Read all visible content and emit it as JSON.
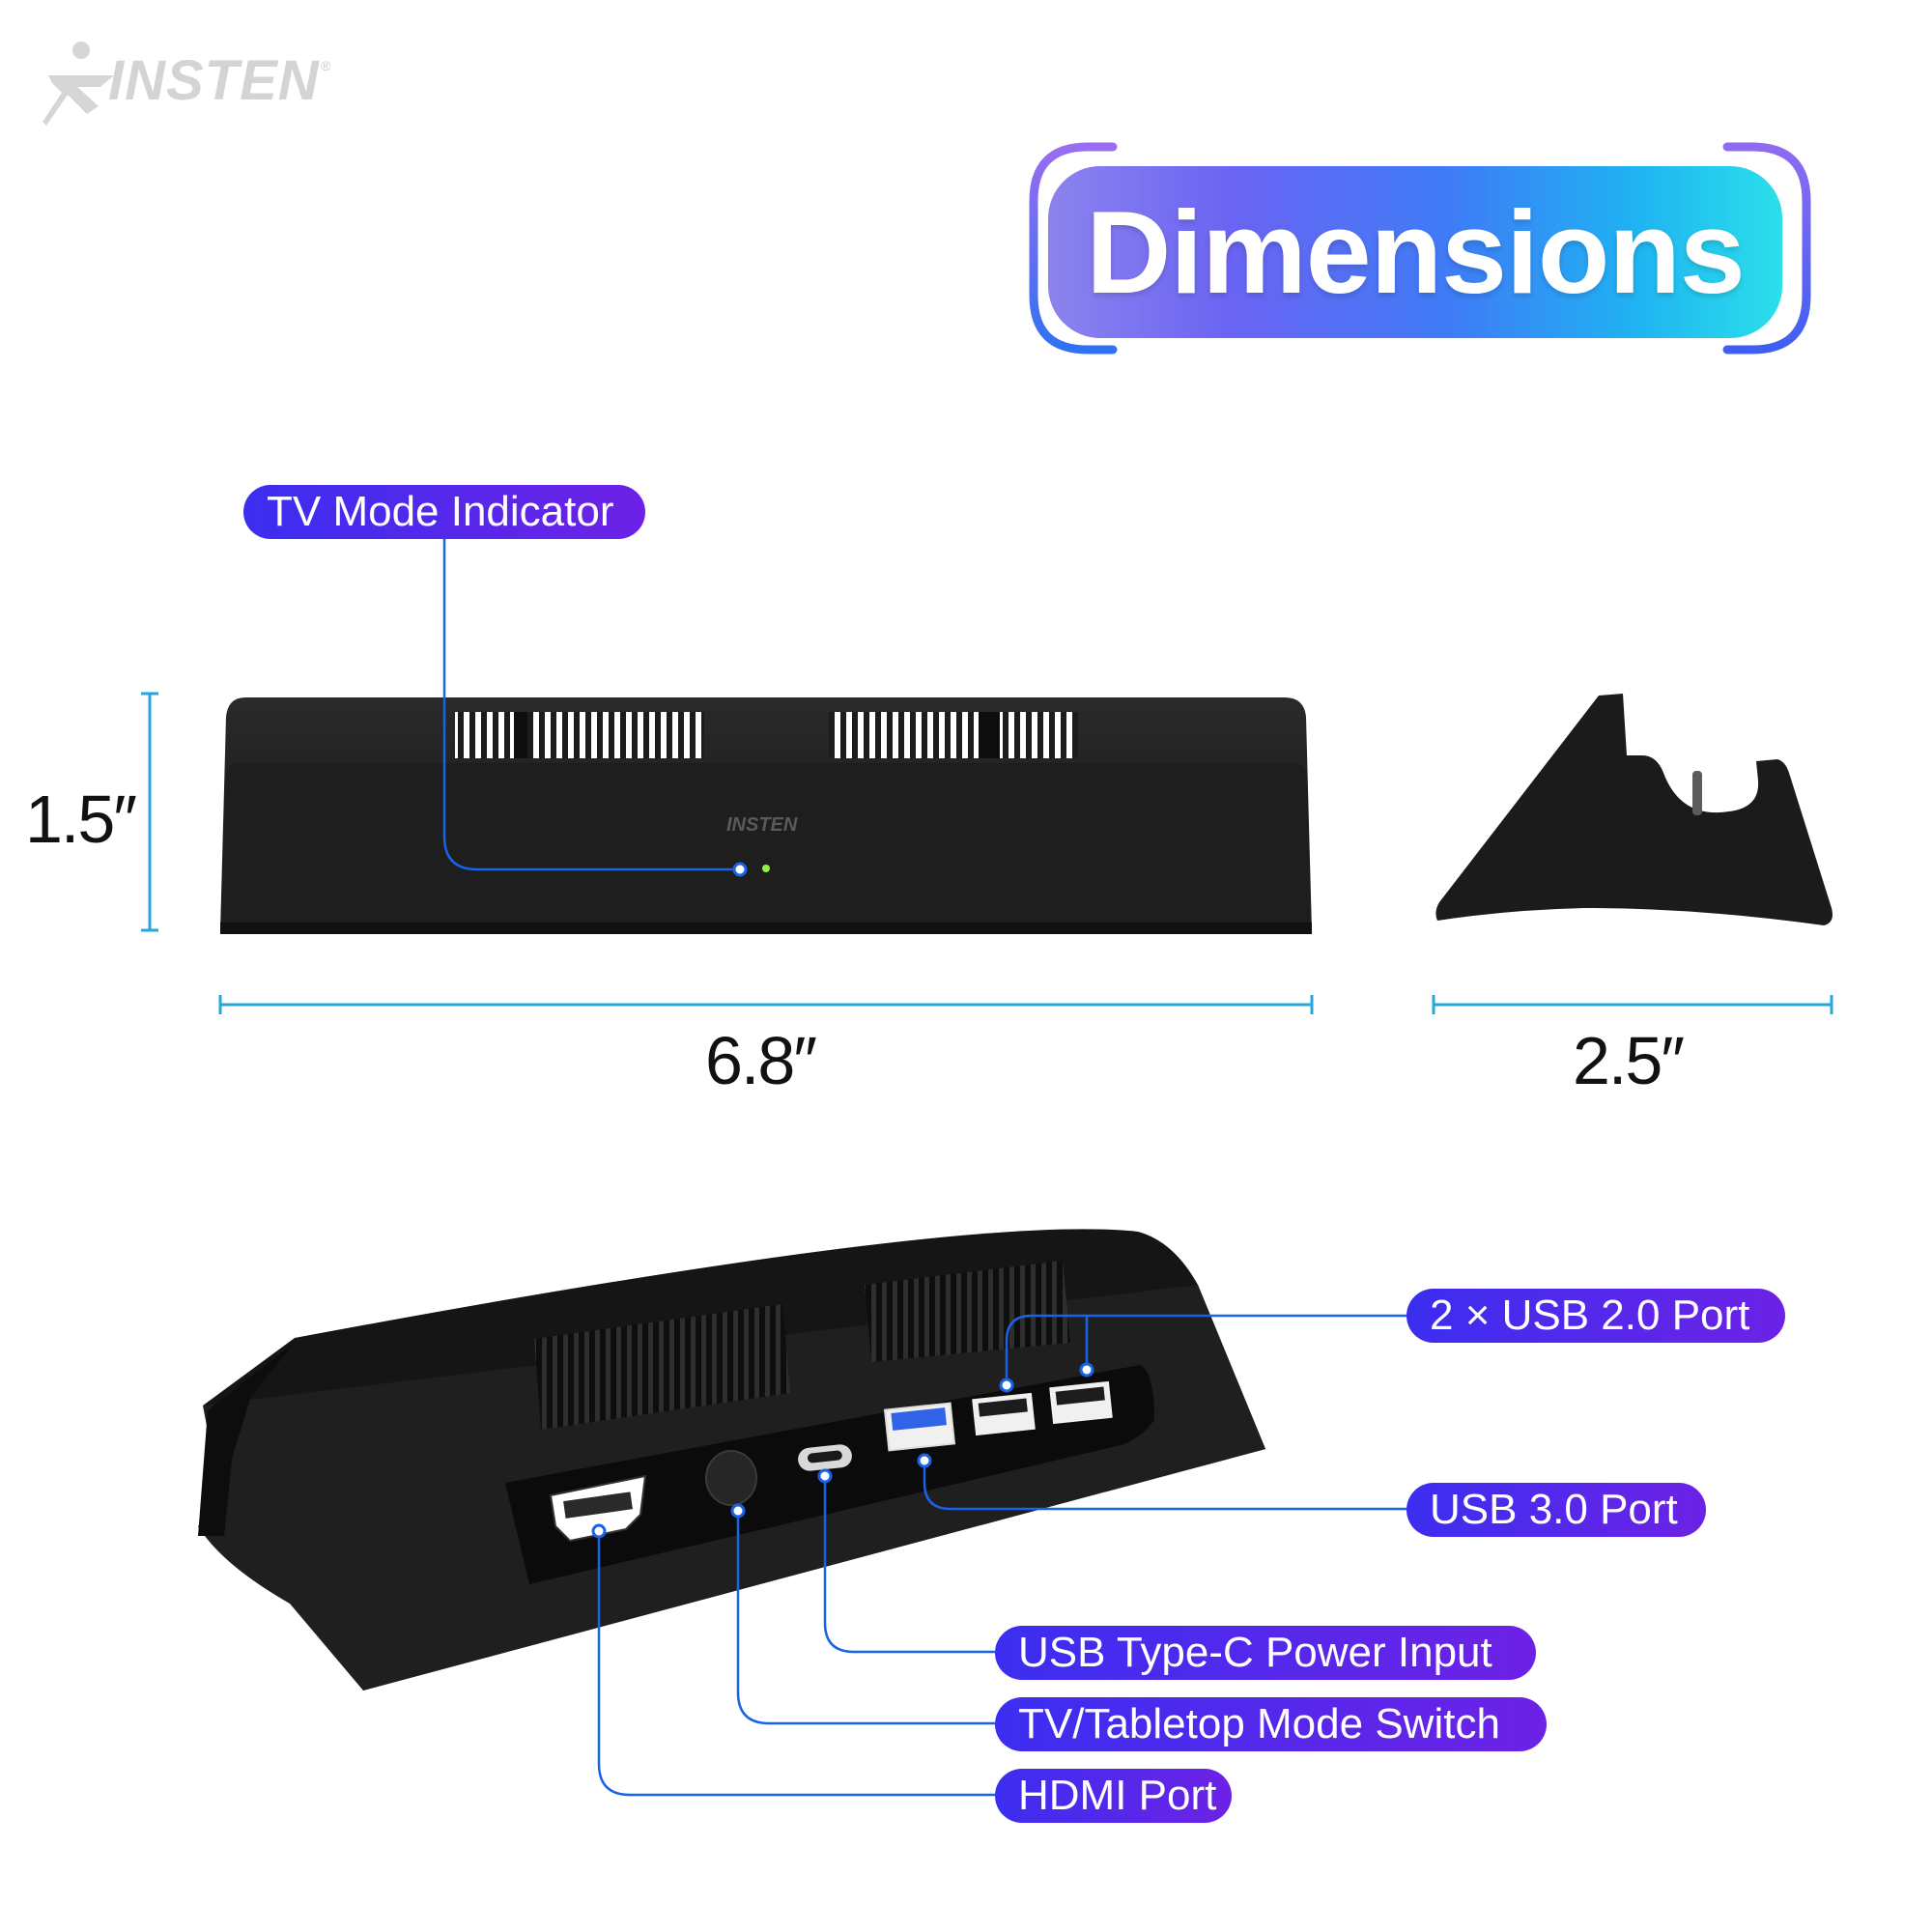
{
  "brand": {
    "name": "INSTEN",
    "registered_mark": "®",
    "device_logo": "INSTEN"
  },
  "title": "Dimensions",
  "dimensions": {
    "height": "1.5″",
    "width": "6.8″",
    "depth": "2.5″"
  },
  "callouts": {
    "tv_mode_indicator": "TV Mode Indicator",
    "usb2_ports": "2 × USB 2.0 Port",
    "usb3_port": "USB 3.0 Port",
    "usb_c_power": "USB Type-C Power Input",
    "mode_switch": "TV/Tabletop Mode Switch",
    "hdmi_port": "HDMI Port"
  },
  "colors": {
    "line": "#1a63e8",
    "pill_start": "#3b2ef0",
    "pill_end": "#6d22e6",
    "dimension_line": "#27a6dd",
    "device": "#1b1b1b",
    "indicator_led": "#8ff04a"
  },
  "icons": [
    "insten-logo-icon",
    "gradient-title-badge"
  ]
}
